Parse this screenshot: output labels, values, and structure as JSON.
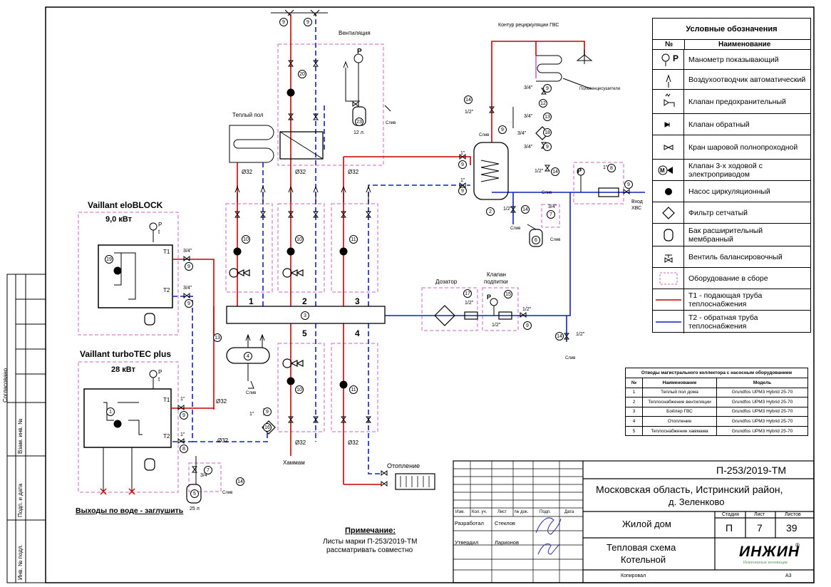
{
  "legend": {
    "title": "Условные обозначения",
    "col_num": "№",
    "col_name": "Наименование",
    "rows": [
      {
        "icon": "manometer-icon",
        "text": "Манометр показывающий"
      },
      {
        "icon": "air-vent-icon",
        "text": "Воздухоотводчик автоматический"
      },
      {
        "icon": "safety-valve-icon",
        "text": "Клапан предохранительный"
      },
      {
        "icon": "check-valve-icon",
        "text": "Клапан обратный"
      },
      {
        "icon": "ball-valve-icon",
        "text": "Кран шаровой полнопроходной"
      },
      {
        "icon": "three-way-valve-icon",
        "text": "Клапан 3-х ходовой с электроприводом"
      },
      {
        "icon": "circulation-pump-icon",
        "text": "Насос циркуляционный"
      },
      {
        "icon": "mesh-filter-icon",
        "text": "Фильтр сетчатый"
      },
      {
        "icon": "expansion-tank-icon",
        "text": "Бак расширительный мембранный"
      },
      {
        "icon": "balancing-valve-icon",
        "text": "Вентиль балансировочный"
      },
      {
        "icon": "assembly-box-icon",
        "text": "Оборудование в сборе"
      },
      {
        "icon": "supply-line-icon",
        "text": "Т1 - подающая труба теплоснабжения"
      },
      {
        "icon": "return-line-icon",
        "text": "Т2 - обратная труба теплоснабжения"
      }
    ],
    "p_letter": "P",
    "colors": {
      "supply": "#cc0000",
      "return": "#1020c0",
      "box": "#cc66cc"
    }
  },
  "pumps_table": {
    "title": "Отводы магистрального коллектора с насосным оборудованием",
    "headers": [
      "№",
      "Наименование",
      "Модель"
    ],
    "rows": [
      [
        "1",
        "Теплый пол дома",
        "Grundfos UPM3 Hybrid 25-70"
      ],
      [
        "2",
        "Теплоснабжение вентиляции",
        "Grundfos UPM3 Hybrid 25-70"
      ],
      [
        "3",
        "Бойлер ГВС",
        "Grundfos UPM3 Hybrid 25-70"
      ],
      [
        "4",
        "Отопление",
        "Grundfos UPM3 Hybrid 25-70"
      ],
      [
        "5",
        "Теплоснабжение хаммама",
        "Grundfos UPM3 Hybrid 25-70"
      ]
    ]
  },
  "stamp": {
    "code": "П-253/2019-ТМ",
    "location": "Московская область, Истринский район,",
    "village": "д. Зеленково",
    "object": "Жилой дом",
    "title1": "Тепловая схема",
    "title2": "Котельной",
    "stage_label": "Стадия",
    "sheet_label": "Лист",
    "sheets_label": "Листов",
    "stage": "П",
    "sheet": "7",
    "sheets": "39",
    "col_izm": "Изм.",
    "col_koluch": "Кол. уч.",
    "col_list": "Лист",
    "col_ndok": "№ док.",
    "col_podp": "Подп.",
    "col_data": "Дата",
    "role1": "Разработал",
    "name1": "Стеклов",
    "role2": "Утвердил",
    "name2": "Ларионов",
    "copied": "Копировал",
    "format": "А3",
    "logo": "ИНЖИН",
    "logo_reg": "®",
    "logo_sub": "Инженерные инновации"
  },
  "side": {
    "agreed": "Согласовано",
    "vzam": "Взам. инв. №",
    "podp_data": "Подп. и дата",
    "inv_podl": "Инв. № подл."
  },
  "note": {
    "title": "Примечание:",
    "line1": "Листы марки П-253/2019-ТМ",
    "line2": "рассматривать совместно"
  },
  "labels": {
    "boiler1_name": "Vaillant eloBLOCK",
    "boiler1_power": "9,0 кВт",
    "boiler2_name": "Vaillant turboTEC plus",
    "boiler2_power": "28 кВт",
    "outputs": "Выходы по воде - заглушить",
    "t1": "Т1",
    "t2": "Т2",
    "size_34": "3/4\"",
    "size_1": "1\"",
    "size_12": "1/2\"",
    "d32": "Ø32",
    "p": "P",
    "t": "t",
    "floor": "Теплый пол",
    "vent": "Вентиляция",
    "tank_12": "12 л.",
    "tank_25": "25 л",
    "drain": "Слив",
    "hammam": "Хаммам",
    "heating": "Отопление",
    "doser": "Дозатор",
    "makeup1": "Клапан",
    "makeup2": "подпитки",
    "recirc": "Контур рециркуляции ГВС",
    "towel": "Полотенцесушители",
    "input1": "Вход",
    "input2": "ХВС",
    "branch1": "1",
    "branch2": "2",
    "branch3": "3",
    "branch4": "4",
    "branch5": "5"
  },
  "markers": [
    "1",
    "2",
    "3",
    "4",
    "5",
    "6",
    "7",
    "8",
    "9",
    "10",
    "11",
    "12",
    "13",
    "14",
    "15",
    "16",
    "17",
    "18",
    "19",
    "20",
    "23"
  ]
}
